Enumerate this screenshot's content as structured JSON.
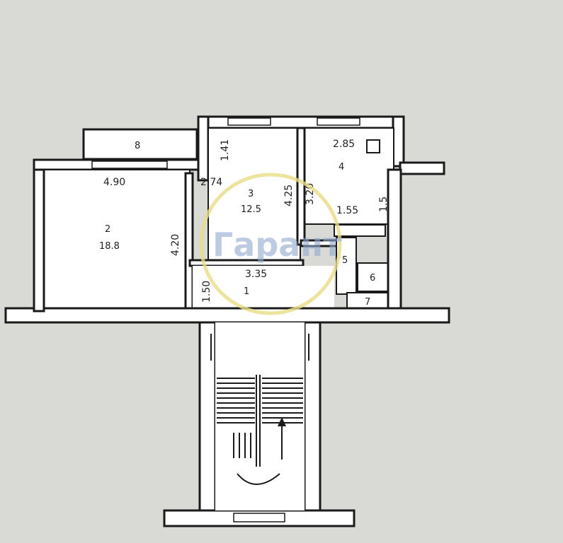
{
  "watermark": {
    "text": "Гарант",
    "ring_color": "#e8dd86",
    "text_color": "#8fa8cf"
  },
  "rooms": {
    "balcony": {
      "number": "8"
    },
    "living_room": {
      "number": "2",
      "area": "18.8"
    },
    "bedroom": {
      "number": "3",
      "area": "12.5"
    },
    "kitchen": {
      "number": "4"
    },
    "hall": {
      "number": "1"
    },
    "bath": {
      "number": "6"
    },
    "wc": {
      "number": "7"
    },
    "storage": {
      "number": "5"
    }
  },
  "dimensions": {
    "living_width": "4.90",
    "living_depth": "4.20",
    "bedroom_width": "2.74",
    "bedroom_depth": "4.25",
    "bedroom_side": "1.41",
    "kitchen_width": "2.85",
    "kitchen_depth": "3.20",
    "hall_width": "3.35",
    "hall_depth": "1.50",
    "bath_width": "1.55",
    "bath_side": "1.5"
  },
  "colors": {
    "background": "#d9d9d6",
    "wall": "#ffffff",
    "line": "#1a1a1a"
  }
}
